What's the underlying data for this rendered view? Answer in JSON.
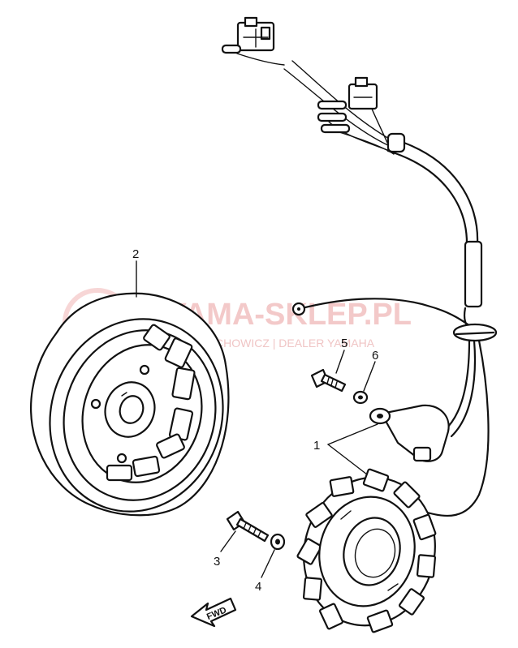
{
  "callouts": [
    {
      "id": "1",
      "text": "1"
    },
    {
      "id": "2",
      "text": "2"
    },
    {
      "id": "3",
      "text": "3"
    },
    {
      "id": "4",
      "text": "4"
    },
    {
      "id": "5",
      "text": "5"
    },
    {
      "id": "6",
      "text": "6"
    }
  ],
  "direction_arrow": {
    "text": "FWD"
  },
  "watermark": {
    "brand": "YAMA-SKLEP.PL",
    "subtitle": "CHOWICZ | DEALER YAMAHA"
  },
  "colors": {
    "ink": "#111111",
    "watermark": "#f3c9c9",
    "background": "#ffffff"
  }
}
